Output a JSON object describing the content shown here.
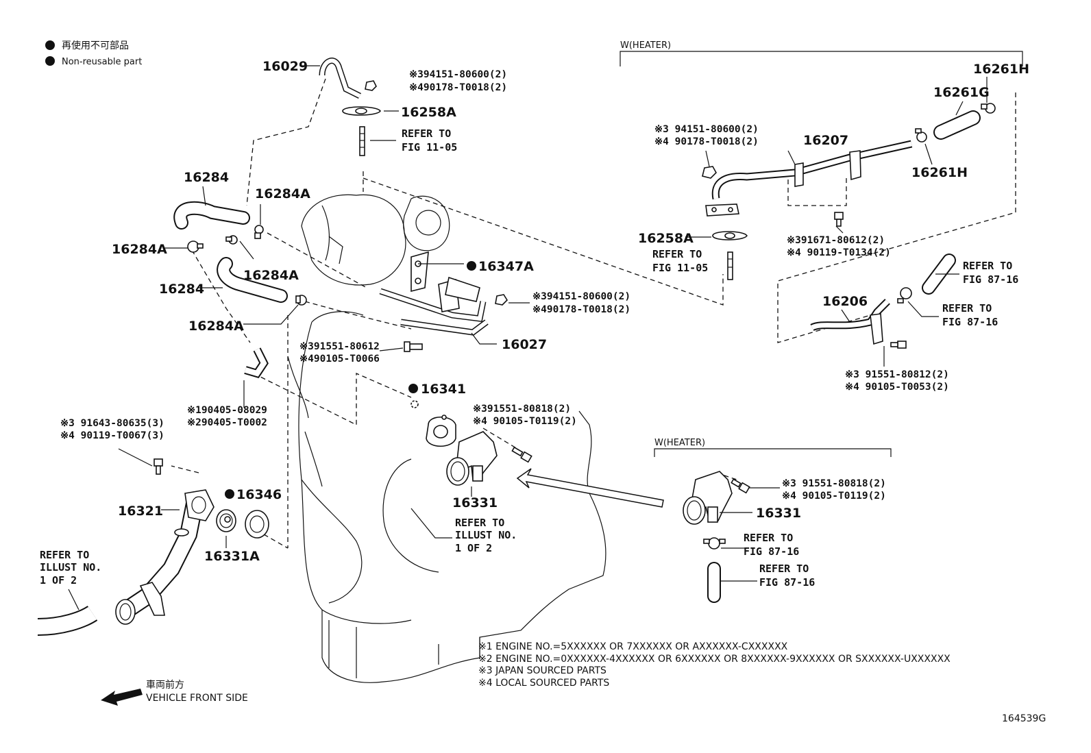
{
  "legend": {
    "jp": "再使用不可部品",
    "en": "Non-reusable part"
  },
  "sections": {
    "heater_top": "W(HEATER)",
    "heater_right": "W(HEATER)"
  },
  "labels": {
    "p16029": "16029",
    "p16258A_top": "16258A",
    "p16284_a": "16284",
    "p16284A_a": "16284A",
    "p16284A_b": "16284A",
    "p16284A_c": "16284A",
    "p16284_b": "16284",
    "p16284A_d": "16284A",
    "p16347A": "16347A",
    "p16027": "16027",
    "p16341": "16341",
    "p16331_mid": "16331",
    "p16321": "16321",
    "p16346": "16346",
    "p16331A": "16331A",
    "p16207": "16207",
    "p16261H_top": "16261H",
    "p16261G": "16261G",
    "p16261H_mid": "16261H",
    "p16258A_right": "16258A",
    "p16206": "16206",
    "p16331_right": "16331"
  },
  "bolts": {
    "top_nut_1": "※394151-80600(2)",
    "top_nut_2": "※490178-T0018(2)",
    "mid_nut_1": "※394151-80600(2)",
    "mid_nut_2": "※490178-T0018(2)",
    "mid_bolt_1": "※391551-80612",
    "mid_bolt_2": "※490105-T0066",
    "hose_1": "※190405-08029",
    "hose_2": "※290405-T0002",
    "left_bolt_1": "※3 91643-80635(3)",
    "left_bolt_2": "※4 90119-T0067(3)",
    "center_bolt_1": "※391551-80818(2)",
    "center_bolt_2": "※4 90105-T0119(2)",
    "heater_nut_1": "※3 94151-80600(2)",
    "heater_nut_2": "※4 90178-T0018(2)",
    "heater_bolt_1": "※391671-80612(2)",
    "heater_bolt_2": "※4 90119-T0134(2)",
    "r_bolt_1": "※3 91551-80812(2)",
    "r_bolt_2": "※4 90105-T0053(2)",
    "rr_bolt_1": "※3 91551-80818(2)",
    "rr_bolt_2": "※4 90105-T0119(2)"
  },
  "refs": {
    "fig1105_top": [
      "REFER TO",
      "FIG 11-05"
    ],
    "fig1105_right": [
      "REFER TO",
      "FIG 11-05"
    ],
    "illust_center": [
      "REFER TO",
      "ILLUST NO.",
      "1 OF 2"
    ],
    "illust_left": [
      "REFER TO",
      "ILLUST NO.",
      "1 OF 2"
    ],
    "fig8716_a": [
      "REFER TO",
      "FIG 87-16"
    ],
    "fig8716_b": [
      "REFER TO",
      "FIG 87-16"
    ],
    "fig8716_c": [
      "REFER TO",
      "FIG 87-16"
    ],
    "fig8716_d": [
      "REFER TO",
      "FIG 87-16"
    ]
  },
  "notes": [
    "※1 ENGINE NO.=5XXXXXX OR 7XXXXXX OR AXXXXXX-CXXXXXX",
    "※2 ENGINE NO.=0XXXXXX-4XXXXXX OR 6XXXXXX OR 8XXXXXX-9XXXXXX OR SXXXXXX-UXXXXXX",
    "※3 JAPAN SOURCED PARTS",
    "※4 LOCAL SOURCED PARTS"
  ],
  "front": {
    "jp": "車両前方",
    "en": "VEHICLE FRONT SIDE"
  },
  "illustration_id": "164539G"
}
